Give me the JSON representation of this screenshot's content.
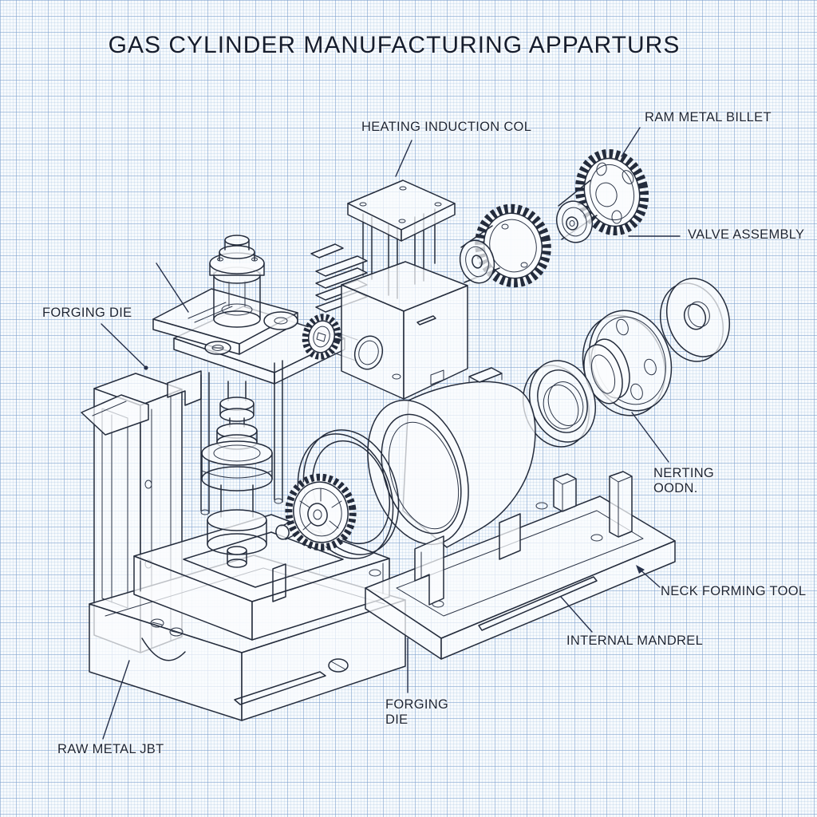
{
  "title": "GAS CYLINDER MANUFACTURING APPARTURS",
  "labels": {
    "heating_induction_coil": "HEATING INDUCTION COL",
    "ram_metal_billet": "RAM METAL BILLET",
    "valve_assembly": "VALVE ASSEMBLY",
    "forging_die_left": "FORGING DIE",
    "necking_tool_line1": "NERTING",
    "necking_tool_line2": "OODN.",
    "neck_forming_tool": "NECK FORMING TOOL",
    "internal_mandrel": "INTERNAL MANDREL",
    "forging_die_bottom_line1": "FORGING",
    "forging_die_bottom_line2": "DIE",
    "raw_metal_billet": "RAW METAL JBT"
  },
  "colors": {
    "paper": "#f7fafd",
    "grid_major": "#7da0cd",
    "grid_minor": "#96b9dc",
    "ink": "#242c3c",
    "label_text": "#1d2534"
  }
}
